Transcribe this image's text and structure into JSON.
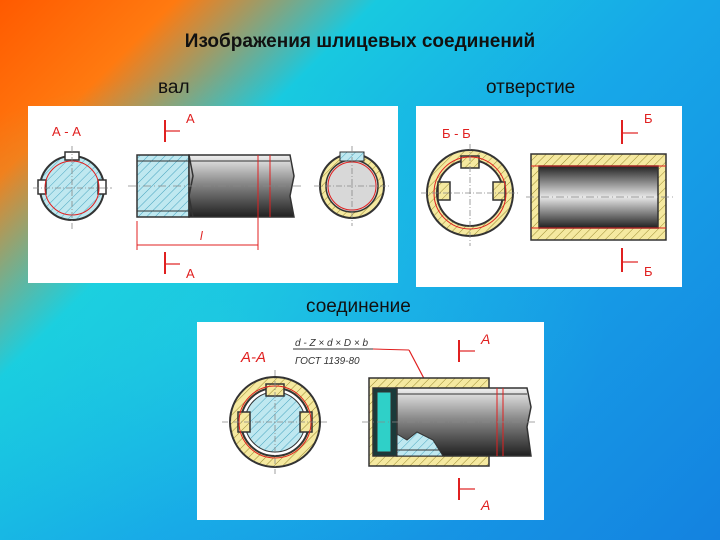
{
  "title": "Изображения шлицевых соединений",
  "captions": {
    "shaft": "вал",
    "hole": "отверстие",
    "joint": "соединение"
  },
  "shaft": {
    "section_label": "А - А",
    "cut_mark_top": "А",
    "cut_mark_bottom": "А",
    "length_label": "l"
  },
  "hole": {
    "section_label": "Б - Б",
    "cut_mark_top": "Б",
    "cut_mark_bottom": "Б"
  },
  "joint": {
    "section_label": "А-А",
    "formula": "d - Z × d × D × b",
    "standard": "ГОСТ 1139-80",
    "cut_mark_top": "А",
    "cut_mark_bottom": "А"
  },
  "colors": {
    "background_orange": "#ff5a00",
    "background_blue": "#1482e0",
    "hatch_fill": "#f5e9a0",
    "shaft_fill": "#bfe8f0",
    "line_red": "#e02020"
  }
}
